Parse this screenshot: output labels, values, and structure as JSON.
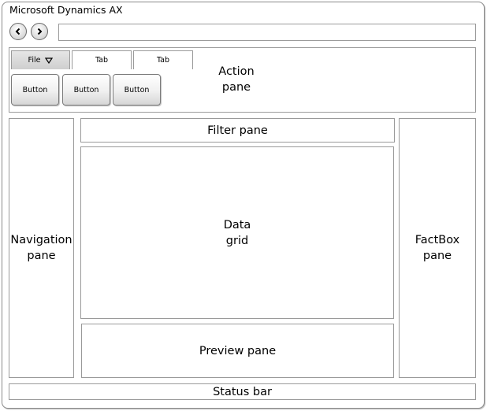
{
  "window": {
    "title": "Microsoft Dynamics AX"
  },
  "action_pane": {
    "tabs": [
      {
        "label": "File",
        "icon": "down-triangle-icon"
      },
      {
        "label": "Tab"
      },
      {
        "label": "Tab"
      }
    ],
    "buttons": [
      "Button",
      "Button",
      "Button"
    ],
    "label_line1": "Action",
    "label_line2": "pane"
  },
  "navigation_pane": {
    "line1": "Navigation",
    "line2": "pane"
  },
  "filter_pane": {
    "label": "Filter pane"
  },
  "data_grid": {
    "line1": "Data",
    "line2": "grid"
  },
  "preview_pane": {
    "label": "Preview pane"
  },
  "factbox_pane": {
    "line1": "FactBox",
    "line2": "pane"
  },
  "status_bar": {
    "label": "Status bar"
  }
}
